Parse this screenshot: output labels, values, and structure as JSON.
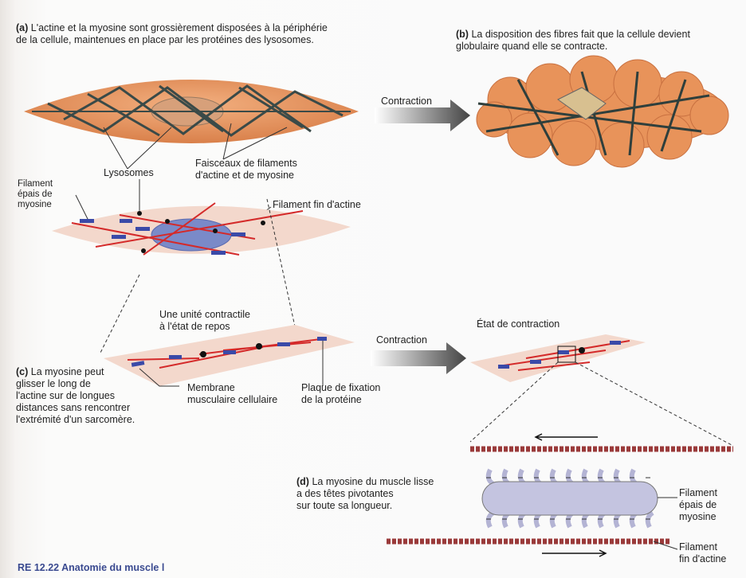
{
  "panel_a": {
    "letter": "(a)",
    "text": "L'actine et la myosine sont grossièrement disposées à la périphérie\nde la cellule, maintenues en place par les protéines des lysosomes."
  },
  "panel_b": {
    "letter": "(b)",
    "text": "La disposition des fibres fait que la cellule devient\nglobulaire quand elle se contracte."
  },
  "panel_c": {
    "letter": "(c)",
    "text": "La myosine peut\nglisser le long de\nl'actine sur de longues\ndistances sans rencontrer\nl'extrémité d'un sarcomère."
  },
  "panel_d": {
    "letter": "(d)",
    "text": "La myosine du muscle lisse\na des têtes pivotantes\nsur toute sa longueur."
  },
  "labels": {
    "contraction_1": "Contraction",
    "contraction_2": "Contraction",
    "lysosomes": "Lysosomes",
    "bundles": "Faisceaux de filaments\nd'actine et de myosine",
    "thick_myosin": "Filament\népais de\nmyosine",
    "thin_actin": "Filament fin d'actine",
    "resting_unit": "Une unité contractile\nà l'état de repos",
    "membrane": "Membrane\nmusculaire cellulaire",
    "plaque": "Plaque de fixation\nde la protéine",
    "contracted_state": "État de contraction",
    "thick_myosin_d": "Filament\népais de\nmyosine",
    "thin_actin_d": "Filament\nfin d'actine"
  },
  "caption": "RE 12.22 Anatomie du muscle l",
  "colors": {
    "cell": "#e8935a",
    "pale_cell": "#f3d8cc",
    "actin": "#d42a2a",
    "myosin": "#3a4aa8",
    "arrow": "#555555"
  }
}
